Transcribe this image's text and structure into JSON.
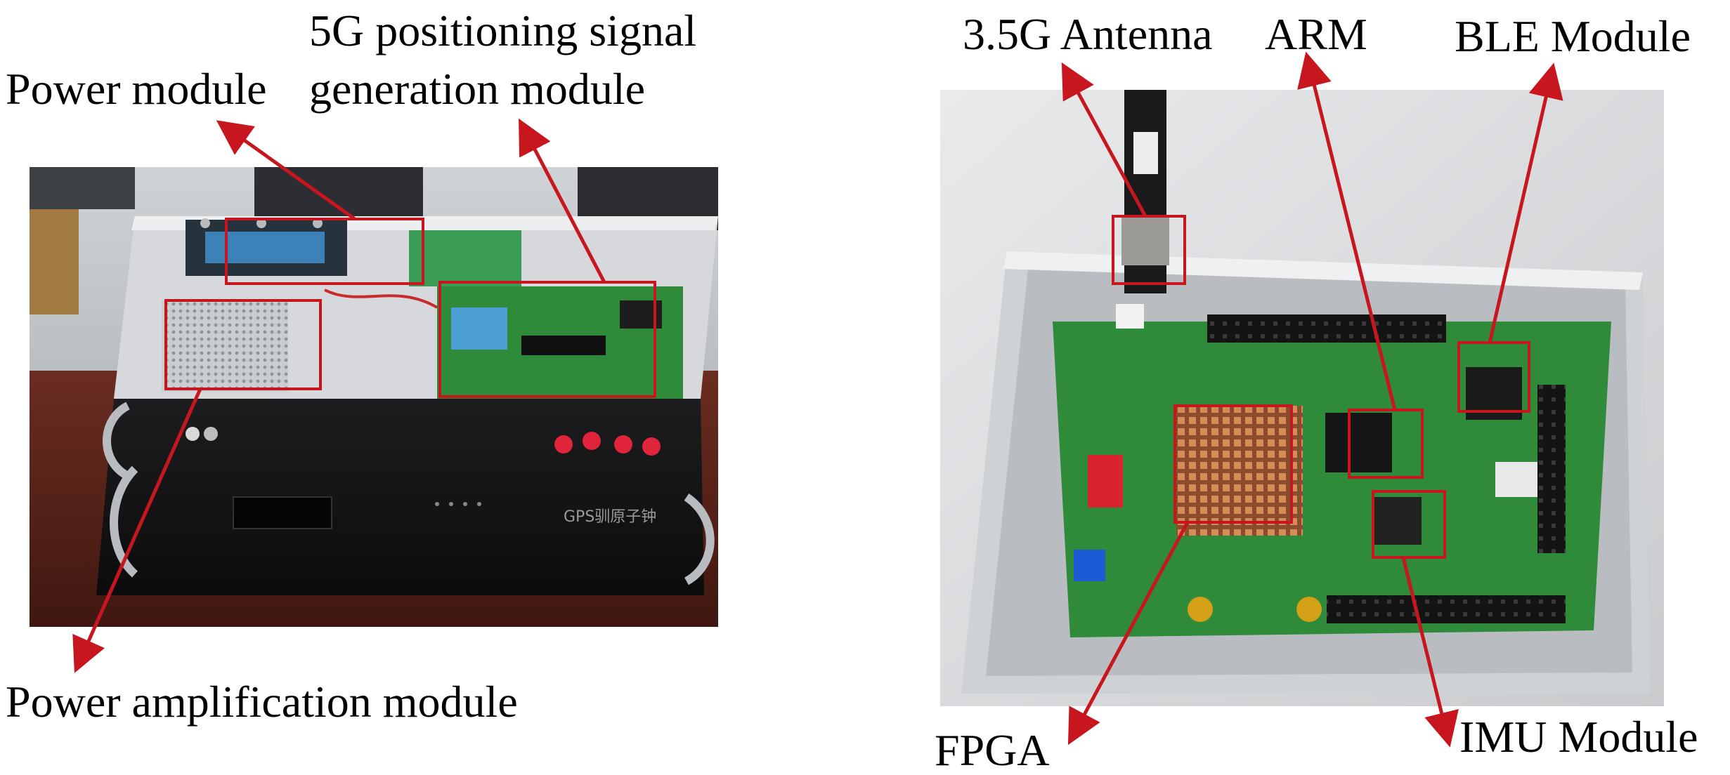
{
  "left_figure": {
    "labels": {
      "power_module": "Power module",
      "signal_gen_line1": "5G positioning signal",
      "signal_gen_line2": "generation module",
      "power_amp": "Power amplification module"
    },
    "device_text": {
      "front_panel_text": "GPS驯原子钟"
    }
  },
  "right_figure": {
    "labels": {
      "antenna": "3.5G Antenna",
      "arm": "ARM",
      "ble": "BLE Module",
      "fpga": "FPGA",
      "imu": "IMU Module"
    }
  },
  "colors": {
    "annotation_red": "#c8161e",
    "pcb_green": "#2f8a3a",
    "chassis_black": "#141414",
    "enclosure_silver": "#d7d9db",
    "heatsink_copper": "#c57a4c"
  }
}
